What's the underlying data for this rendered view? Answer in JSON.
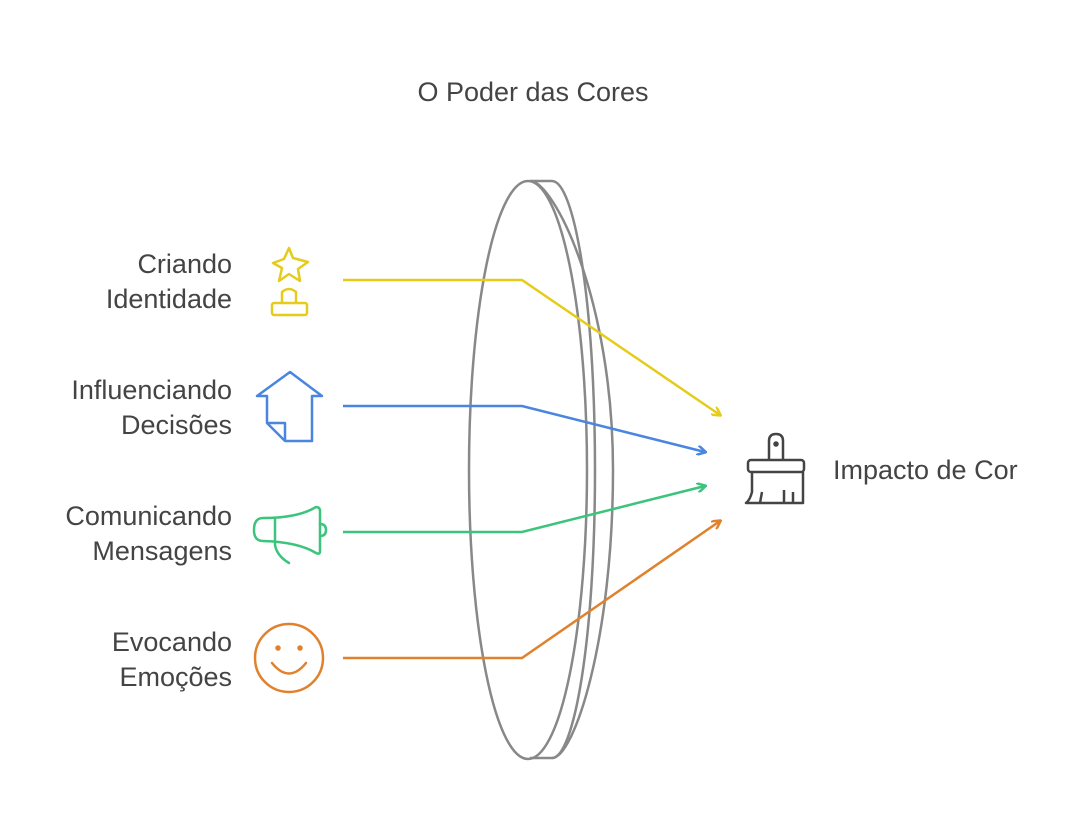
{
  "title": "O Poder das Cores",
  "inputs": [
    {
      "line1": "Criando",
      "line2": "Identidade",
      "icon": "trophy-icon",
      "color": "#e6cc1a"
    },
    {
      "line1": "Influenciando",
      "line2": "Decisões",
      "icon": "house-arrow-icon",
      "color": "#4a86e0"
    },
    {
      "line1": "Comunicando",
      "line2": "Mensagens",
      "icon": "megaphone-icon",
      "color": "#3cc47c"
    },
    {
      "line1": "Evocando",
      "line2": "Emoções",
      "icon": "smiley-icon",
      "color": "#e0812e"
    }
  ],
  "output": {
    "label": "Impacto de Cor",
    "icon": "paintbrush-icon",
    "color": "#444444"
  },
  "lens_color": "#888888"
}
